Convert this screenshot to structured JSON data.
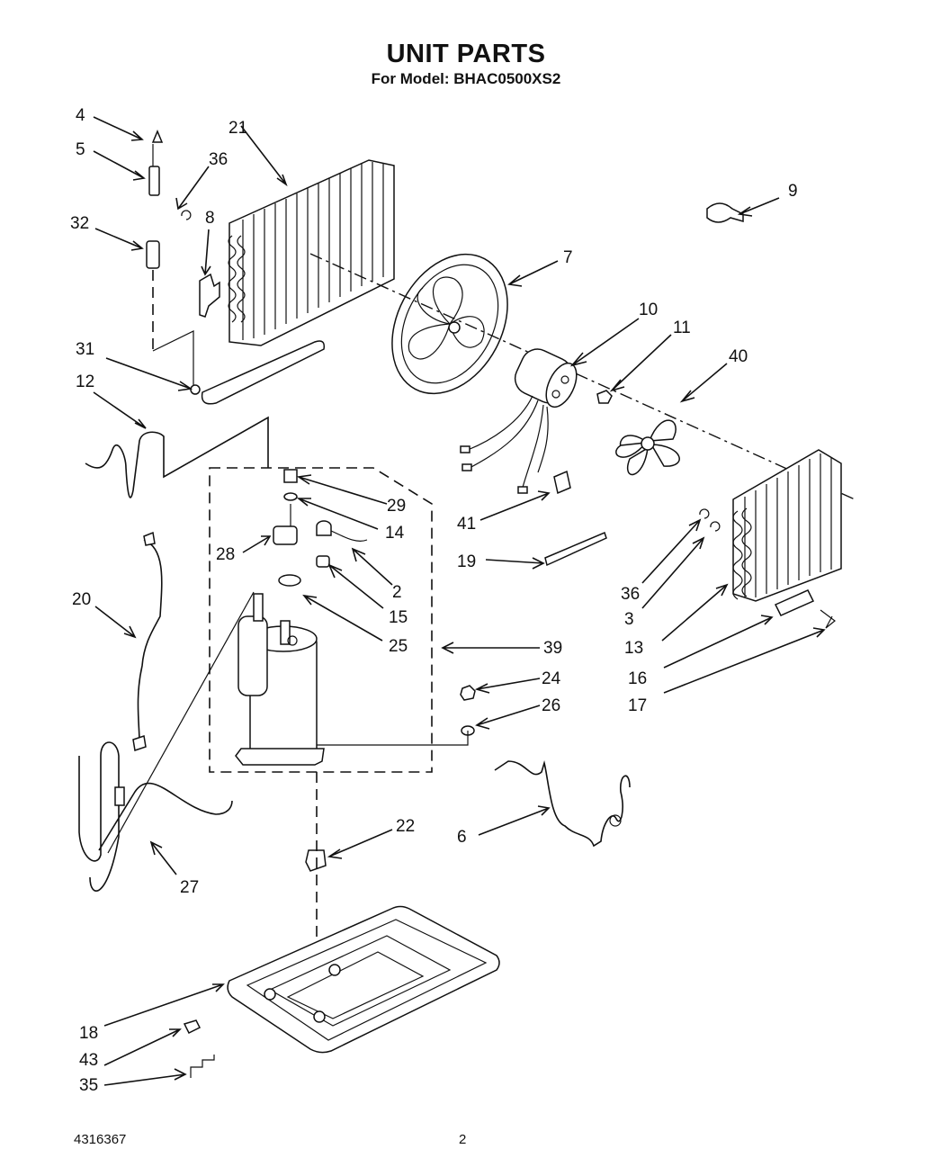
{
  "header": {
    "title": "UNIT PARTS",
    "subtitle": "For Model: BHAC0500XS2"
  },
  "footer": {
    "doc_number": "4316367",
    "page_number": "2"
  },
  "callouts": {
    "c4": "4",
    "c5": "5",
    "c32": "32",
    "c21": "21",
    "c36a": "36",
    "c8": "8",
    "c9": "9",
    "c7": "7",
    "c10": "10",
    "c11": "11",
    "c40": "40",
    "c31": "31",
    "c12": "12",
    "c29": "29",
    "c14": "14",
    "c28": "28",
    "c2": "2",
    "c15": "15",
    "c25": "25",
    "c39": "39",
    "c20": "20",
    "c41": "41",
    "c19": "19",
    "c36b": "36",
    "c3": "3",
    "c13": "13",
    "c16": "16",
    "c17": "17",
    "c24": "24",
    "c26": "26",
    "c22": "22",
    "c6": "6",
    "c27": "27",
    "c18": "18",
    "c43": "43",
    "c35": "35"
  }
}
